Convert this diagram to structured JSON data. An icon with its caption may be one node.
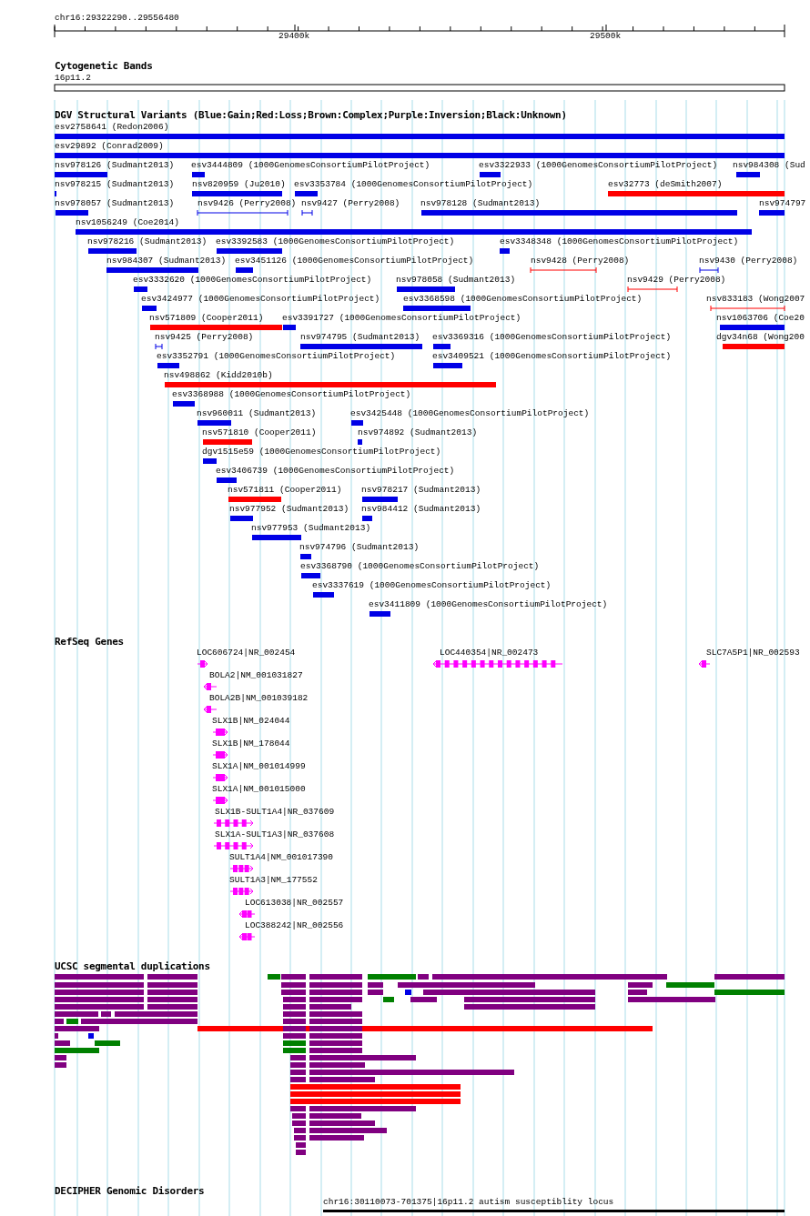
{
  "diagram": {
    "labels": [
      "chr16:29322290..29556480",
      "29400k",
      "29500k",
      "Cytogenetic Bands",
      "16p11.2",
      "DGV Structural Variants (Blue:Gain;Red:Loss;Brown:Complex;Purple:Inversion;Black:Unknown)",
      "esv2758641 (Redon2006)",
      "esv29892 (Conrad2009)",
      "nsv978126 (Sudmant2013)",
      "esv3444809 (1000GenomesConsortiumPilotProject)",
      "esv3322933 (1000GenomesConsortiumPilotProject)",
      "nsv984308 (Sud",
      "nsv978215 (Sudmant2013)",
      "nsv820959 (Ju2010)",
      "esv3353784 (1000GenomesConsortiumPilotProject)",
      "esv32773 (deSmith2007)",
      "nsv978057 (Sudmant2013)",
      "nsv9426 (Perry2008)",
      "nsv9427 (Perry2008)",
      "nsv978128 (Sudmant2013)",
      "nsv974797",
      "nsv1056249 (Coe2014)",
      "nsv978216 (Sudmant2013)",
      "esv3392583 (1000GenomesConsortiumPilotProject)",
      "esv3348348 (1000GenomesConsortiumPilotProject)",
      "nsv984307 (Sudmant2013)",
      "esv3451126 (1000GenomesConsortiumPilotProject)",
      "nsv9428 (Perry2008)",
      "nsv9430 (Perry2008)",
      "esv3332620 (1000GenomesConsortiumPilotProject)",
      "nsv978058 (Sudmant2013)",
      "nsv9429 (Perry2008)",
      "esv3424977 (1000GenomesConsortiumPilotProject)",
      "esv3368598 (1000GenomesConsortiumPilotProject)",
      "nsv833183 (Wong2007",
      "nsv571809 (Cooper2011)",
      "esv3391727 (1000GenomesConsortiumPilotProject)",
      "nsv1063706 (Coe20",
      "nsv9425 (Perry2008)",
      "nsv974795 (Sudmant2013)",
      "esv3369316 (1000GenomesConsortiumPilotProject)",
      "dgv34n68 (Wong200",
      "esv3352791 (1000GenomesConsortiumPilotProject)",
      "esv3409521 (1000GenomesConsortiumPilotProject)",
      "nsv498862 (Kidd2010b)",
      "esv3368988 (1000GenomesConsortiumPilotProject)",
      "nsv960011 (Sudmant2013)",
      "esv3425448 (1000GenomesConsortiumPilotProject)",
      "nsv571810 (Cooper2011)",
      "nsv974892 (Sudmant2013)",
      "dgv1515e59 (1000GenomesConsortiumPilotProject)",
      "esv3406739 (1000GenomesConsortiumPilotProject)",
      "nsv571811 (Cooper2011)",
      "nsv978217 (Sudmant2013)",
      "nsv977952 (Sudmant2013)",
      "nsv984412 (Sudmant2013)",
      "nsv977953 (Sudmant2013)",
      "nsv974796 (Sudmant2013)",
      "esv3368790 (1000GenomesConsortiumPilotProject)",
      "esv3337619 (1000GenomesConsortiumPilotProject)",
      "esv3411809 (1000GenomesConsortiumPilotProject)",
      "RefSeq Genes",
      "LOC606724|NR_002454",
      "LOC440354|NR_002473",
      "SLC7A5P1|NR_002593",
      "BOLA2|NM_001031827",
      "BOLA2B|NM_001039182",
      "SLX1B|NM_024044",
      "SLX1B|NM_178044",
      "SLX1A|NM_001014999",
      "SLX1A|NM_001015000",
      "SLX1B-SULT1A4|NR_037609",
      "SLX1A-SULT1A3|NR_037608",
      "SULT1A4|NM_001017390",
      "SULT1A3|NM_177552",
      "LOC613038|NR_002557",
      "LOC388242|NR_002556",
      "UCSC segmental duplications",
      "DECIPHER Genomic Disorders",
      "chr16:30110073-701375|16p11.2 autism susceptiblity locus"
    ]
  }
}
